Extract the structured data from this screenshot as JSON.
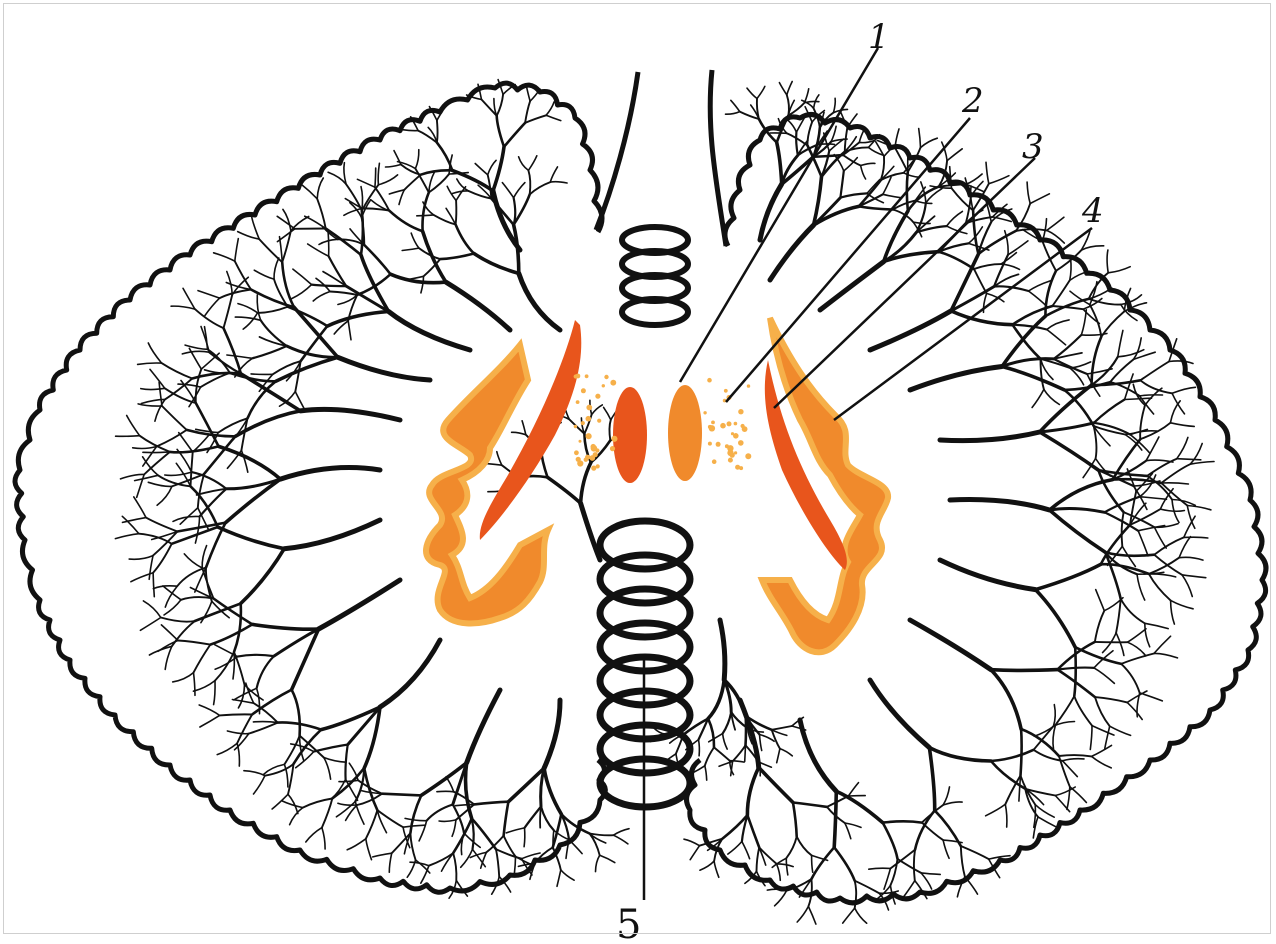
{
  "diagram": {
    "callouts": [
      {
        "id": "1",
        "label": "1"
      },
      {
        "id": "2",
        "label": "2"
      },
      {
        "id": "3",
        "label": "3"
      },
      {
        "id": "4",
        "label": "4"
      },
      {
        "id": "5",
        "label": "5"
      }
    ]
  },
  "colors": {
    "outline": "#111111",
    "nucleus_dark": "#e8551c",
    "nucleus_mid": "#f08a2c",
    "nucleus_light": "#f6b04a"
  },
  "icons": [
    "cerebellum-outline",
    "dentate-nucleus",
    "emboliform-nucleus",
    "globose-nucleus",
    "fastigial-nucleus",
    "vermis-folia"
  ]
}
